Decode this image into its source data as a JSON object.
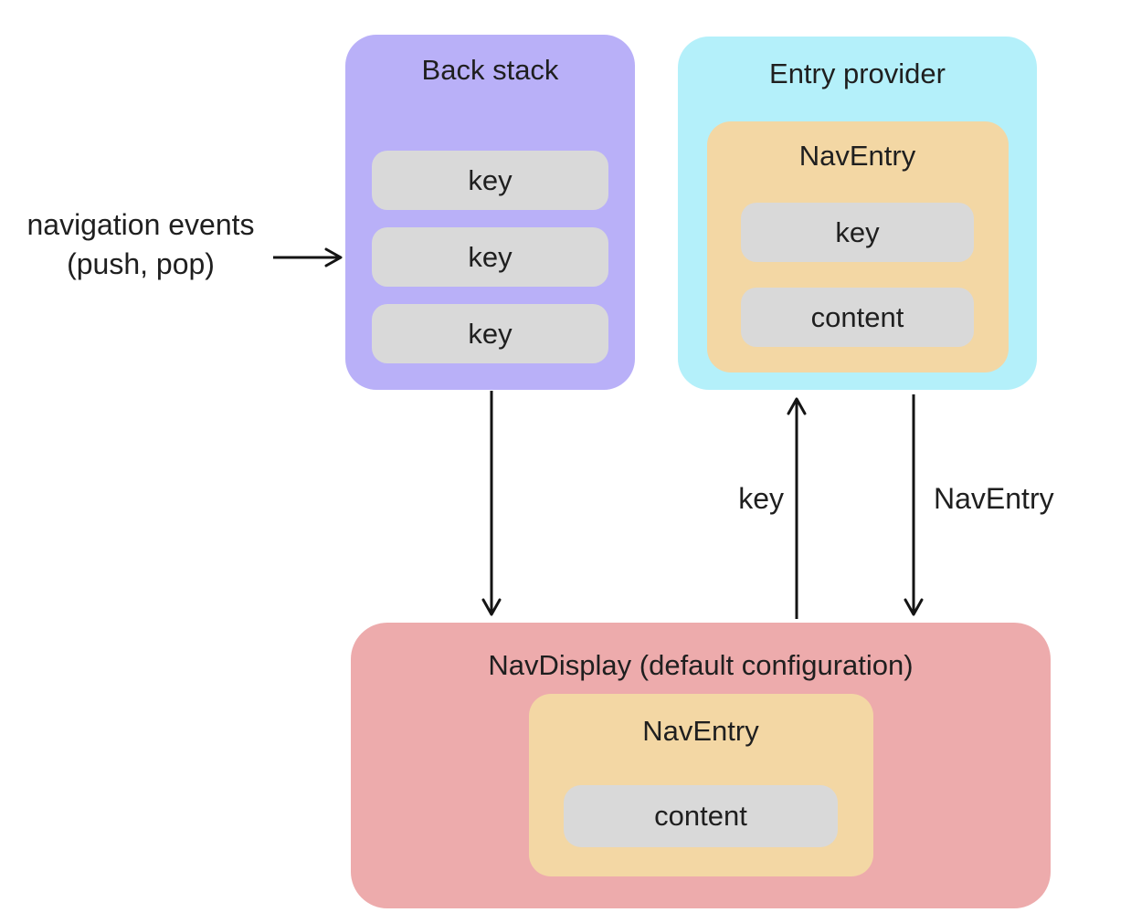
{
  "diagram": {
    "back_stack": {
      "title": "Back stack",
      "keys": [
        "key",
        "key",
        "key"
      ]
    },
    "entry_provider": {
      "title": "Entry provider",
      "nav_entry": {
        "title": "NavEntry",
        "key": "key",
        "content": "content"
      }
    },
    "nav_display": {
      "title": "NavDisplay (default configuration)",
      "nav_entry": {
        "title": "NavEntry",
        "content": "content"
      }
    },
    "labels": {
      "navigation_events_line1": "navigation events",
      "navigation_events_line2": "(push, pop)",
      "key_arrow": "key",
      "nav_entry_arrow": "NavEntry"
    }
  },
  "colors": {
    "back_stack_bg": "#b9b0f8",
    "entry_provider_bg": "#b4f0fa",
    "nav_entry_bg": "#f3d7a4",
    "nav_display_bg": "#edabac",
    "pill_bg": "#d9d9d9",
    "text": "#1f1f1f",
    "arrow": "#141414"
  }
}
